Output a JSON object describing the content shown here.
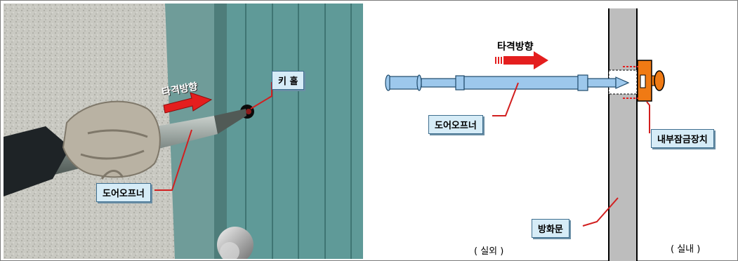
{
  "photo": {
    "keyhole_label": "키 홀",
    "strike_direction_label": "타격방향",
    "door_opener_label": "도어오프너"
  },
  "diagram": {
    "strike_direction_label": "타격방향",
    "door_opener_label": "도어오프너",
    "inner_lock_label": "내부잠금장치",
    "fire_door_label": "방화문",
    "outdoor_label": "( 실외 )",
    "indoor_label": "( 실내 )"
  },
  "colors": {
    "tool_blue": "#9dc8ec",
    "lock_orange": "#f07a14",
    "arrow_red": "#e41e1e",
    "label_box": "#d6ecf7",
    "door_gray": "#bdbdbd"
  }
}
